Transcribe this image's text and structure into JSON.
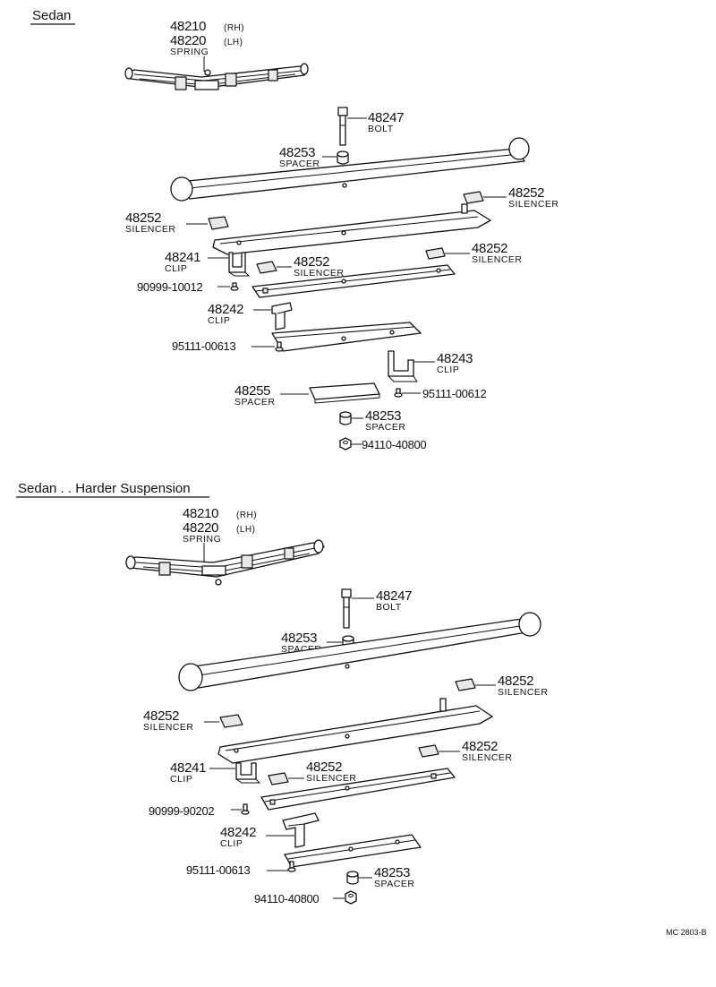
{
  "sections": {
    "top": "Sedan",
    "bottom": "Sedan . . Harder Suspension"
  },
  "top": {
    "spring_rh": "48210",
    "rh": "(RH)",
    "spring_lh": "48220",
    "lh": "(LH)",
    "spring_name": "SPRING",
    "bolt_no": "48247",
    "bolt_name": "BOLT",
    "spacer1_no": "48253",
    "spacer1_name": "SPACER",
    "sil_r1_no": "48252",
    "sil_r1_name": "SILENCER",
    "sil_l1_no": "48252",
    "sil_l1_name": "SILENCER",
    "sil_r2_no": "48252",
    "sil_r2_name": "SILENCER",
    "clip1_no": "48241",
    "clip1_name": "CLIP",
    "sil_c_no": "48252",
    "sil_c_name": "SILENCER",
    "rivet1_no": "90999-10012",
    "clip2_no": "48242",
    "clip2_name": "CLIP",
    "rivet2_no": "95111-00613",
    "clip3_no": "48243",
    "clip3_name": "CLIP",
    "spacer2_no": "48255",
    "spacer2_name": "SPACER",
    "rivet3_no": "95111-00612",
    "spacer3_no": "48253",
    "spacer3_name": "SPACER",
    "nut_no": "94110-40800"
  },
  "bottom": {
    "spring_rh": "48210",
    "rh": "(RH)",
    "spring_lh": "48220",
    "lh": "(LH)",
    "spring_name": "SPRING",
    "bolt_no": "48247",
    "bolt_name": "BOLT",
    "spacer1_no": "48253",
    "spacer1_name": "SPACER",
    "sil_r1_no": "48252",
    "sil_r1_name": "SILENCER",
    "sil_l1_no": "48252",
    "sil_l1_name": "SILENCER",
    "sil_r2_no": "48252",
    "sil_r2_name": "SILENCER",
    "clip1_no": "48241",
    "clip1_name": "CLIP",
    "sil_c_no": "48252",
    "sil_c_name": "SILENCER",
    "rivet1_no": "90999-90202",
    "clip2_no": "48242",
    "clip2_name": "CLIP",
    "rivet2_no": "95111-00613",
    "spacer2_no": "48253",
    "spacer2_name": "SPACER",
    "nut_no": "94110-40800"
  },
  "footer_code": "MC 2803-B"
}
